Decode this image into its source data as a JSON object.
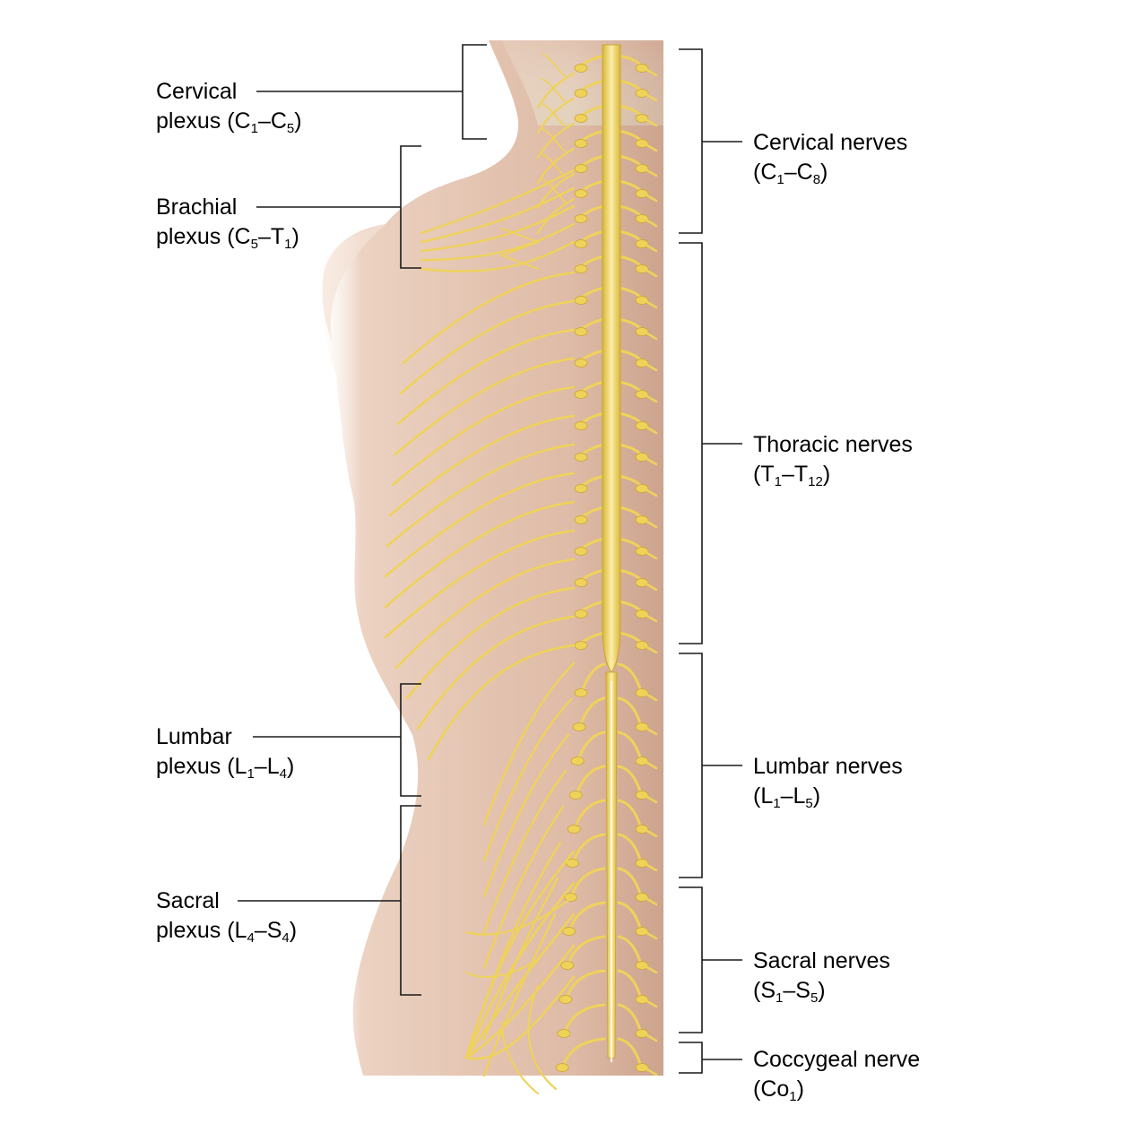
{
  "colors": {
    "skin_light": "#f1dccd",
    "skin_mid": "#ddb8a3",
    "skin_dark": "#c99d88",
    "hair": "#e9dccc",
    "nerve": "#efd25a",
    "nerve_light": "#f8ea9c",
    "nerve_dark": "#c9a42a",
    "line": "#1a1a1a"
  },
  "labels": {
    "left": [
      {
        "id": "cervical-plexus",
        "line1": "Cervical",
        "line2_main": "plexus (",
        "a": "C",
        "a_sub": "1",
        "b": "C",
        "b_sub": "5",
        "close": ")"
      },
      {
        "id": "brachial-plexus",
        "line1": "Brachial",
        "line2_main": "plexus (",
        "a": "C",
        "a_sub": "5",
        "b": "T",
        "b_sub": "1",
        "close": ")"
      },
      {
        "id": "lumbar-plexus",
        "line1": "Lumbar",
        "line2_main": "plexus (",
        "a": "L",
        "a_sub": "1",
        "b": "L",
        "b_sub": "4",
        "close": ")"
      },
      {
        "id": "sacral-plexus",
        "line1": "Sacral",
        "line2_main": "plexus (",
        "a": "L",
        "a_sub": "4",
        "b": "S",
        "b_sub": "4",
        "close": ")"
      }
    ],
    "right": [
      {
        "id": "cervical-nerves",
        "line1": "Cervical nerves",
        "line2_main": "(",
        "a": "C",
        "a_sub": "1",
        "b": "C",
        "b_sub": "8",
        "close": ")"
      },
      {
        "id": "thoracic-nerves",
        "line1": "Thoracic nerves",
        "line2_main": "(",
        "a": "T",
        "a_sub": "1",
        "b": "T",
        "b_sub": "12",
        "close": ")"
      },
      {
        "id": "lumbar-nerves",
        "line1": "Lumbar nerves",
        "line2_main": "(",
        "a": "L",
        "a_sub": "1",
        "b": "L",
        "b_sub": "5",
        "close": ")"
      },
      {
        "id": "sacral-nerves",
        "line1": "Sacral nerves",
        "line2_main": "(",
        "a": "S",
        "a_sub": "1",
        "b": "S",
        "b_sub": "5",
        "close": ")"
      },
      {
        "id": "coccygeal-nerve",
        "line1": "Coccygeal nerve",
        "line2_main": "(",
        "a": "Co",
        "a_sub": "1",
        "b": "",
        "b_sub": "",
        "close": ")"
      }
    ]
  }
}
